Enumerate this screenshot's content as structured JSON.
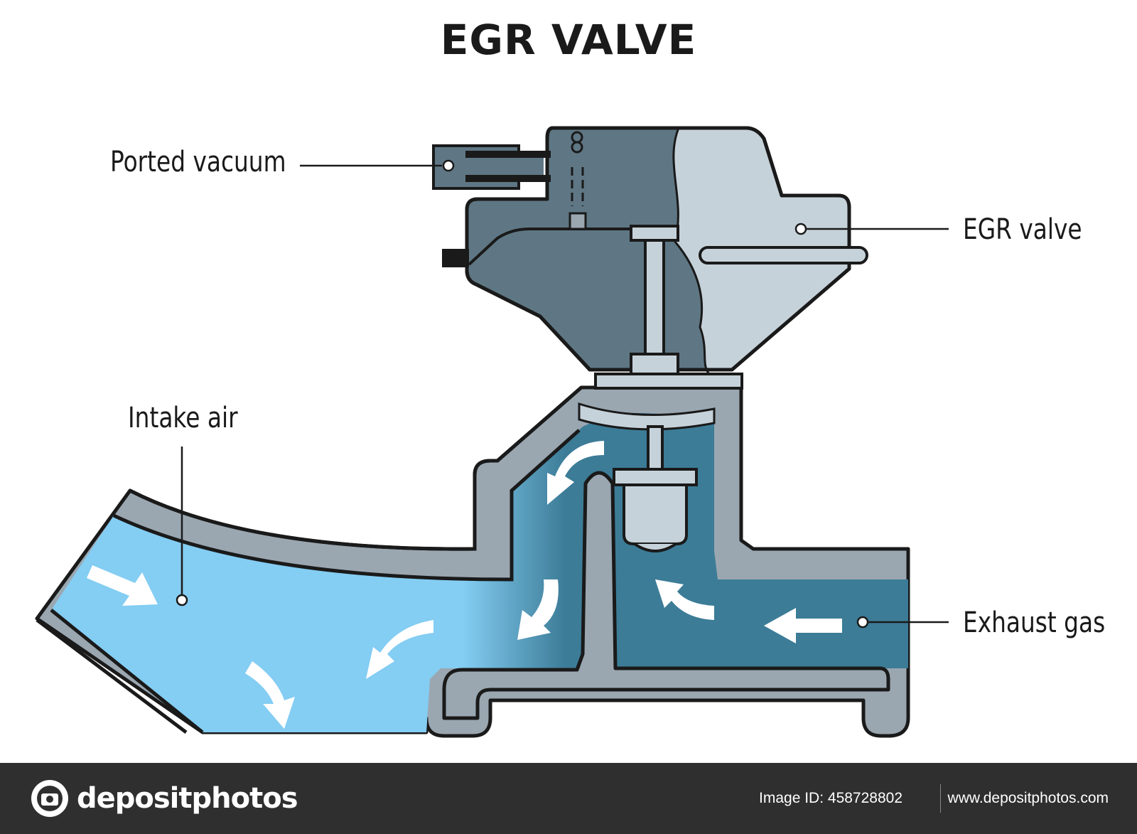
{
  "title": "EGR VALVE",
  "labels": {
    "ported_vacuum": "Ported vacuum",
    "egr_valve": "EGR valve",
    "intake_air": "Intake air",
    "exhaust_gas": "Exhaust gas"
  },
  "footer": {
    "brand": "depositphotos",
    "image_id": "Image ID: 458728802",
    "url": "www.depositphotos.com"
  },
  "colors": {
    "outline": "#1a1a1a",
    "wall": "#9aa7b1",
    "housing_dark": "#5f7784",
    "housing_light": "#c6d2da",
    "intake_air": "#84cdf3",
    "exhaust_gas": "#3c7c97",
    "arrow": "#ffffff",
    "footer_bg": "#2f2f2f"
  }
}
